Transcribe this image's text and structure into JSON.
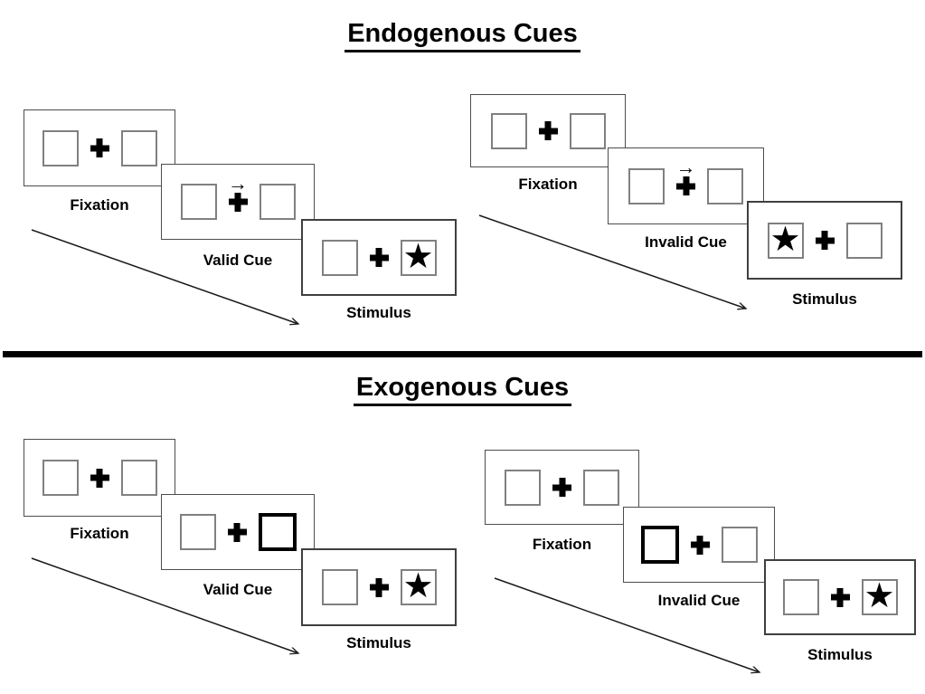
{
  "sections": [
    {
      "title": "Endogenous Cues",
      "trials": [
        {
          "cue_type": "valid",
          "panels": {
            "fixation": {
              "label": "Fixation"
            },
            "cue": {
              "label": "Valid Cue",
              "cue_symbol": "right-arrow",
              "cue_direction": "right"
            },
            "stimulus": {
              "label": "Stimulus",
              "star_side": "right"
            }
          }
        },
        {
          "cue_type": "invalid",
          "panels": {
            "fixation": {
              "label": "Fixation"
            },
            "cue": {
              "label": "Invalid Cue",
              "cue_symbol": "right-arrow",
              "cue_direction": "right"
            },
            "stimulus": {
              "label": "Stimulus",
              "star_side": "left"
            }
          }
        }
      ]
    },
    {
      "title": "Exogenous Cues",
      "trials": [
        {
          "cue_type": "valid",
          "panels": {
            "fixation": {
              "label": "Fixation"
            },
            "cue": {
              "label": "Valid Cue",
              "cue_symbol": "highlighted-box",
              "cue_side": "right"
            },
            "stimulus": {
              "label": "Stimulus",
              "star_side": "right"
            }
          }
        },
        {
          "cue_type": "invalid",
          "panels": {
            "fixation": {
              "label": "Fixation"
            },
            "cue": {
              "label": "Invalid Cue",
              "cue_symbol": "highlighted-box",
              "cue_side": "left"
            },
            "stimulus": {
              "label": "Stimulus",
              "star_side": "right"
            }
          }
        }
      ]
    }
  ],
  "icons": {
    "star": "★",
    "cue_arrow": "→"
  },
  "colors": {
    "ink": "#000000",
    "panel_border": "#4d4d4d",
    "square_border": "#808080",
    "background": "#ffffff"
  }
}
